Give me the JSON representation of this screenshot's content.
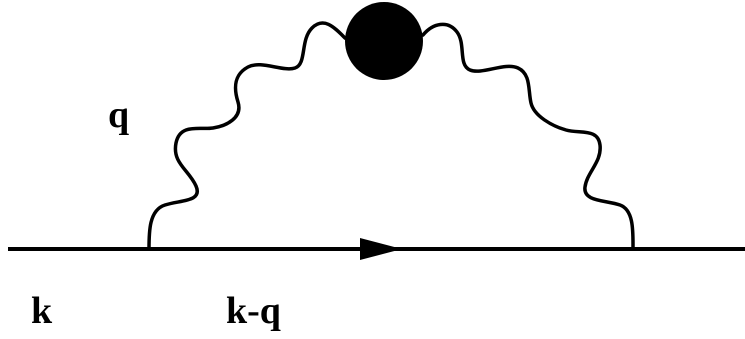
{
  "diagram": {
    "labels": {
      "photon": "q",
      "incoming": "k",
      "internal": "k-q"
    }
  }
}
